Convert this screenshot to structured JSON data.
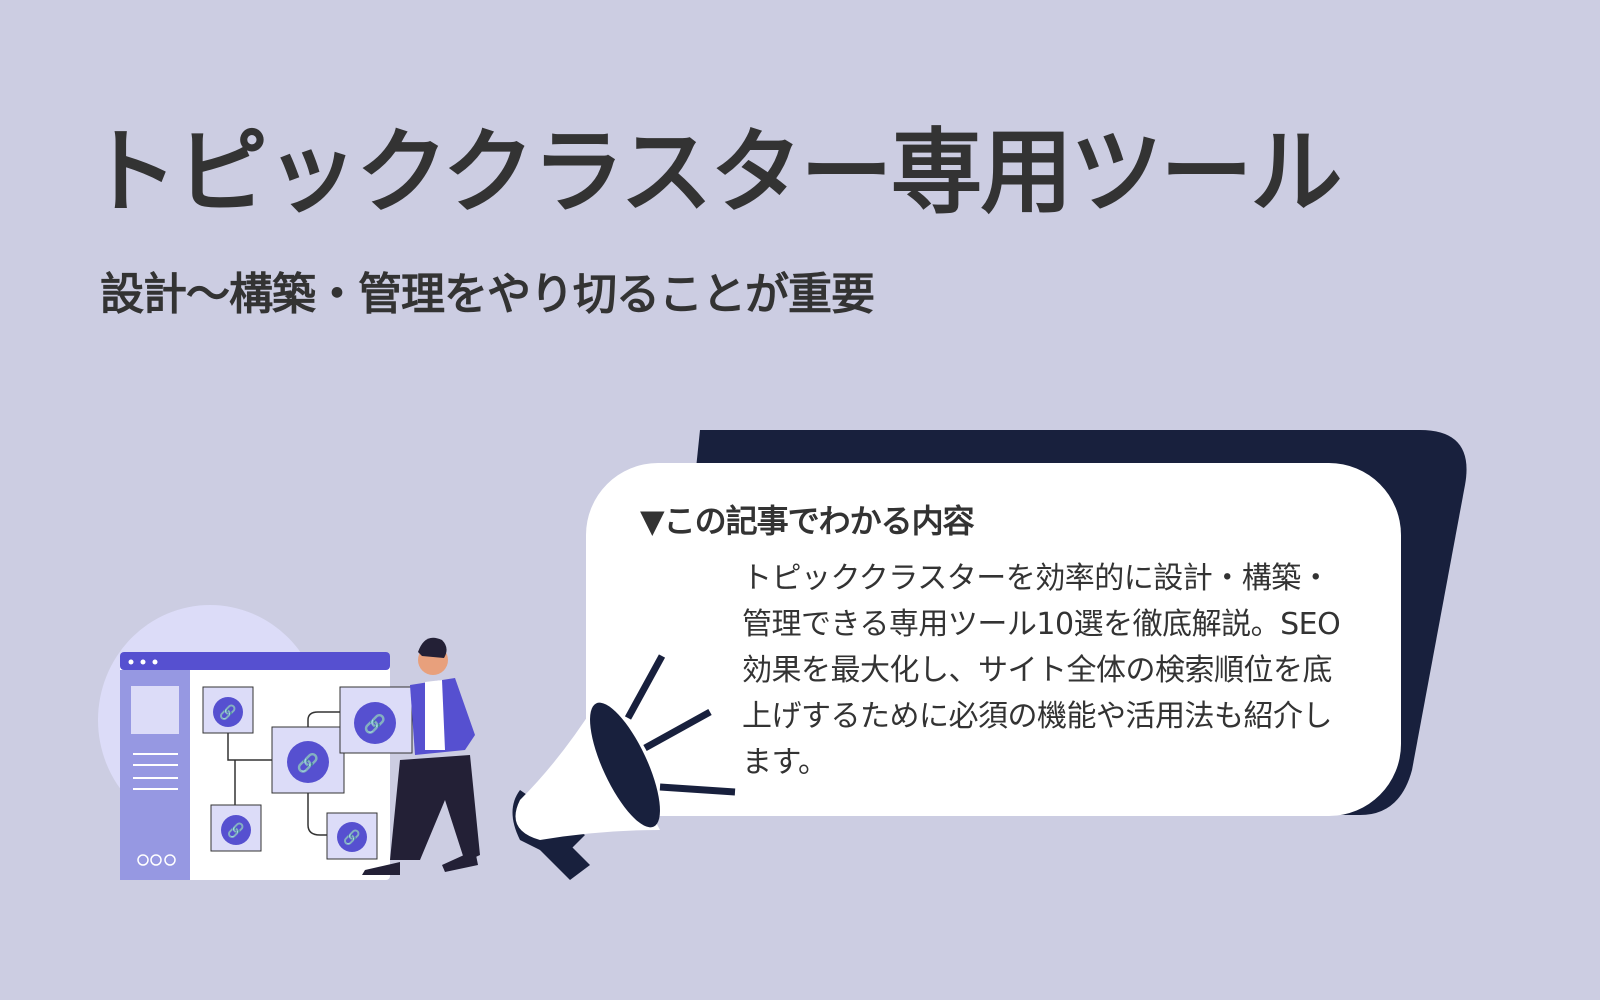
{
  "header": {
    "title": "トピッククラスター専用ツール",
    "subtitle": "設計〜構築・管理をやり切ることが重要"
  },
  "summary_card": {
    "heading": "▼この記事でわかる内容",
    "body": "トピッククラスターを効率的に設計・構築・管理できる専用ツール10選を徹底解説。SEO効果を最大化し、サイト全体の検索順位を底上げするために必須の機能や活用法も紹介します。"
  },
  "colors": {
    "background": "#cccde2",
    "dark_navy": "#18203d",
    "accent_purple": "#5650d0",
    "light_purple": "#dcdcf8",
    "text": "#333333"
  }
}
